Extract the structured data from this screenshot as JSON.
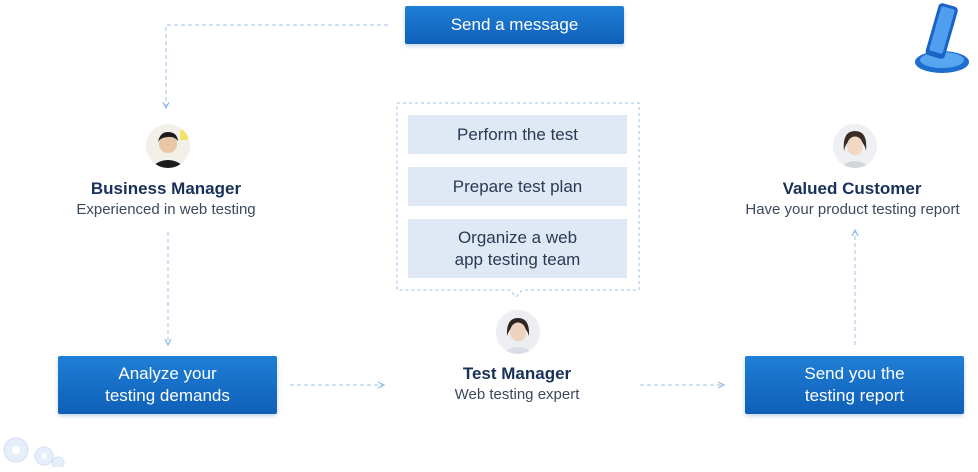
{
  "top_button": {
    "label": "Send a message"
  },
  "business_manager": {
    "name": "Business Manager",
    "desc": "Experienced in web testing"
  },
  "test_steps": [
    {
      "label": "Perform the test"
    },
    {
      "label": "Prepare test plan"
    },
    {
      "label": "Organize a web\napp testing team"
    }
  ],
  "test_manager": {
    "name": "Test Manager",
    "desc": "Web testing expert"
  },
  "valued_customer": {
    "name": "Valued Customer",
    "desc": "Have your product testing report"
  },
  "bottom_buttons": {
    "analyze": "Analyze your\ntesting demands",
    "send_report": "Send you the\ntesting report"
  },
  "colors": {
    "button_blue": "#1266c4",
    "step_fill": "#dfe9f6",
    "connector": "#9cc3e8",
    "name_text": "#17315a"
  },
  "icons": [
    "phone-icon",
    "gear-icon",
    "avatar-business-manager",
    "avatar-test-manager",
    "avatar-customer"
  ]
}
